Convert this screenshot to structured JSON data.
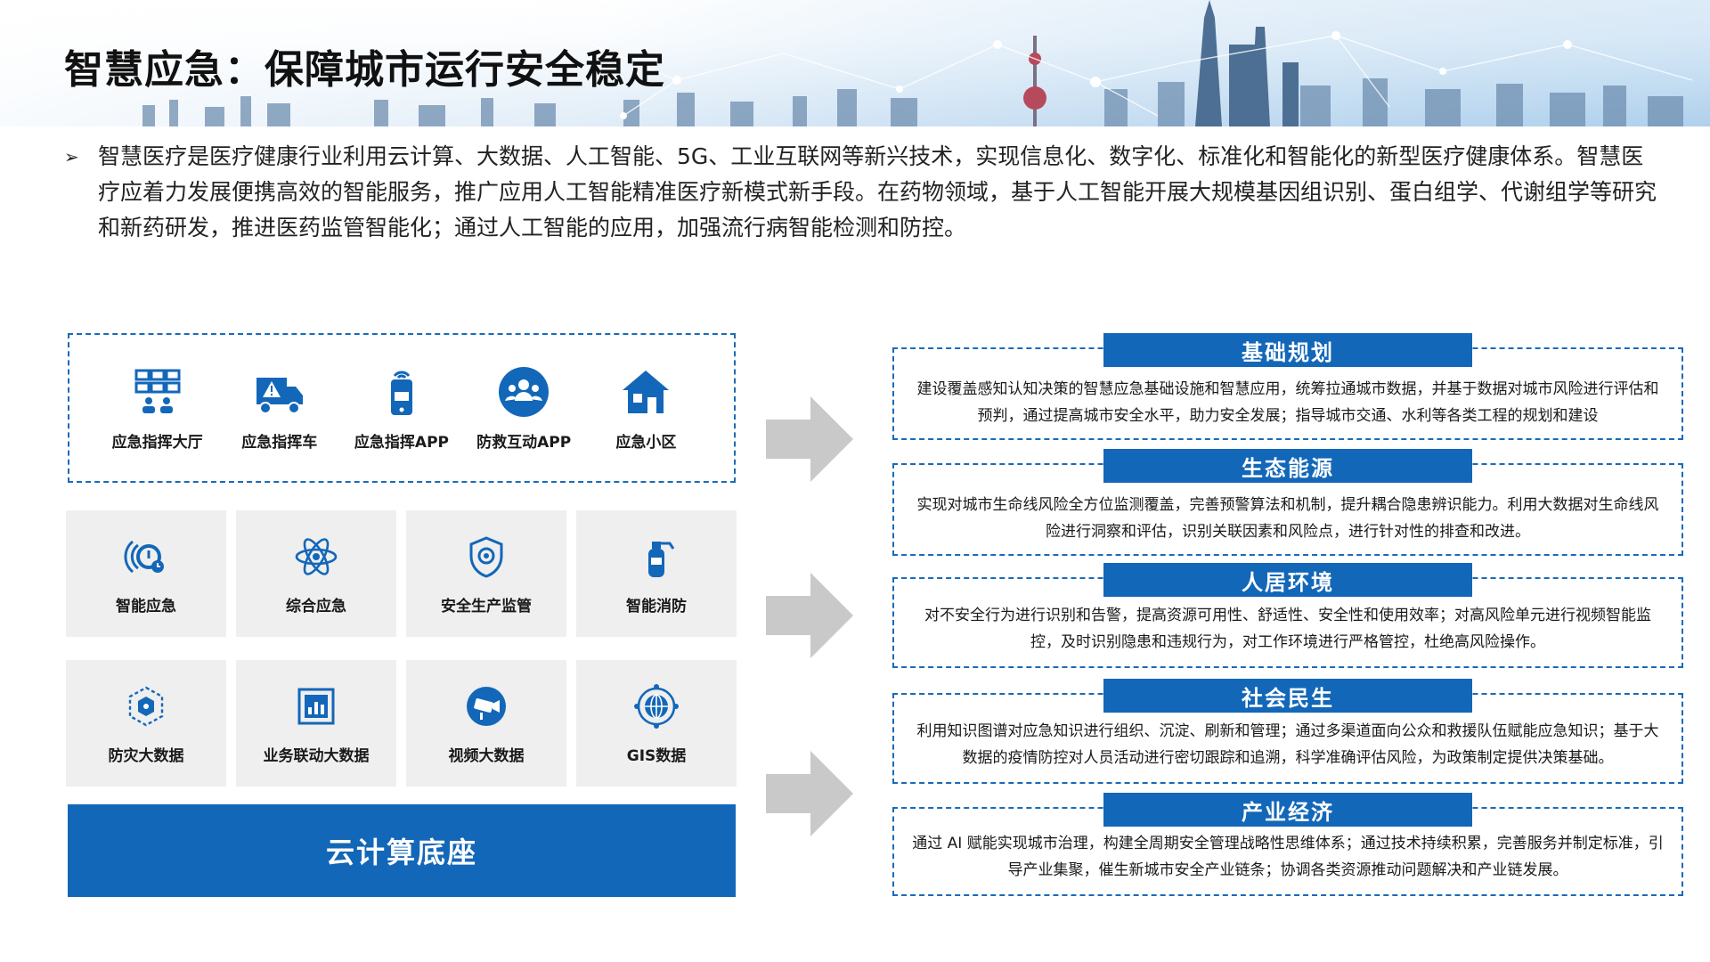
{
  "header": {
    "title": "智慧应急：保障城市运行安全稳定"
  },
  "intro": {
    "bullet": "➢",
    "text": "智慧医疗是医疗健康行业利用云计算、大数据、人工智能、5G、工业互联网等新兴技术，实现信息化、数字化、标准化和智能化的新型医疗健康体系。智慧医疗应着力发展便携高效的智能服务，推广应用人工智能精准医疗新模式新手段。在药物领域，基于人工智能开展大规模基因组识别、蛋白组学、代谢组学等研究和新药研发，推进医药监管智能化；通过人工智能的应用，加强流行病智能检测和防控。"
  },
  "apps": [
    {
      "label": "应急指挥大厅",
      "icon": "command-hall-icon"
    },
    {
      "label": "应急指挥车",
      "icon": "command-vehicle-icon"
    },
    {
      "label": "应急指挥APP",
      "icon": "mobile-app-icon"
    },
    {
      "label": "防救互动APP",
      "icon": "community-group-icon"
    },
    {
      "label": "应急小区",
      "icon": "house-icon"
    }
  ],
  "grid": [
    {
      "label": "智能应急",
      "icon": "smart-alarm-icon"
    },
    {
      "label": "综合应急",
      "icon": "atom-icon"
    },
    {
      "label": "安全生产监管",
      "icon": "shield-icon"
    },
    {
      "label": "智能消防",
      "icon": "fire-extinguisher-icon"
    },
    {
      "label": "防灾大数据",
      "icon": "data-hexagon-icon"
    },
    {
      "label": "业务联动大数据",
      "icon": "chart-screen-icon"
    },
    {
      "label": "视频大数据",
      "icon": "camera-icon"
    },
    {
      "label": "GIS数据",
      "icon": "globe-icon"
    }
  ],
  "cloud_base": "云计算底座",
  "sections": [
    {
      "title": "基础规划",
      "body": "建设覆盖感知认知决策的智慧应急基础设施和智慧应用，统筹拉通城市数据，并基于数据对城市风险进行评估和预判，通过提高城市安全水平，助力安全发展；指导城市交通、水利等各类工程的规划和建设"
    },
    {
      "title": "生态能源",
      "body": "实现对城市生命线风险全方位监测覆盖，完善预警算法和机制，提升耦合隐患辨识能力。利用大数据对生命线风险进行洞察和评估，识别关联因素和风险点，进行针对性的排查和改进。"
    },
    {
      "title": "人居环境",
      "body": "对不安全行为进行识别和告警，提高资源可用性、舒适性、安全性和使用效率；对高风险单元进行视频智能监控，及时识别隐患和违规行为，对工作环境进行严格管控，杜绝高风险操作。"
    },
    {
      "title": "社会民生",
      "body": "利用知识图谱对应急知识进行组织、沉淀、刷新和管理；通过多渠道面向公众和救援队伍赋能应急知识；基于大数据的疫情防控对人员活动进行密切跟踪和追溯，科学准确评估风险，为政策制定提供决策基础。"
    },
    {
      "title": "产业经济",
      "body": "通过 AI 赋能实现城市治理，构建全周期安全管理战略性思维体系；通过技术持续积累，完善服务并制定标准，引导产业集聚，催生新城市安全产业链条；协调各类资源推动问题解决和产业链发展。"
    }
  ],
  "colors": {
    "accent": "#1367b8",
    "cell_bg": "#efefef",
    "arrow": "#c9c9c9"
  }
}
